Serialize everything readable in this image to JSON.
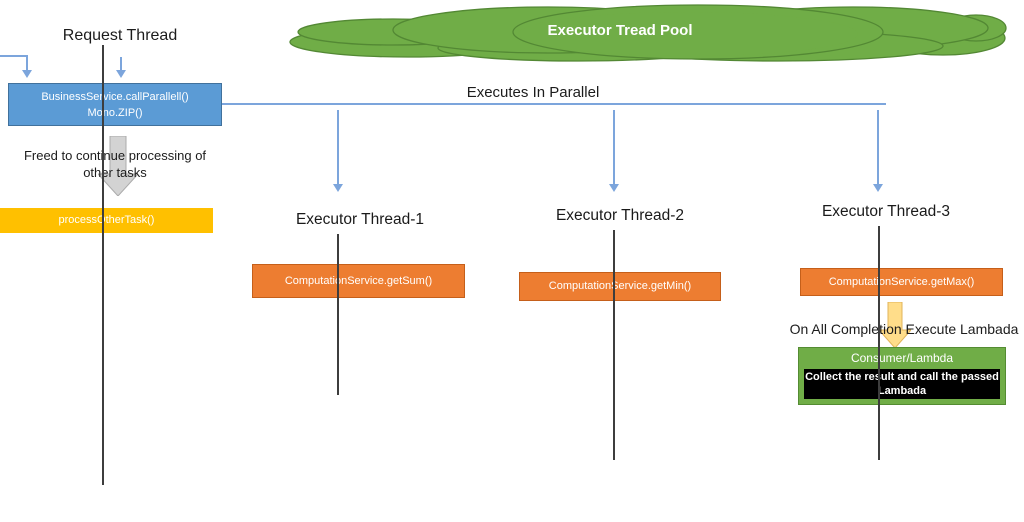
{
  "request_thread": {
    "label": "Request Thread"
  },
  "cloud": {
    "label": "Executor Tread Pool"
  },
  "business_box": {
    "line1": "BusinessService.callParallell()",
    "line2": "Mono.ZIP()"
  },
  "parallel": {
    "label": "Executes In Parallel"
  },
  "freed_note": {
    "line1": "Freed to continue processing of",
    "line2": "other tasks"
  },
  "process_other_task": {
    "label": "processOtherTask()"
  },
  "threads": [
    {
      "label": "Executor Thread-1",
      "task": "ComputationService.getSum()"
    },
    {
      "label": "Executor Thread-2",
      "task": "ComputationService.getMin()"
    },
    {
      "label": "Executor Thread-3",
      "task": "ComputationService.getMax()"
    }
  ],
  "completion": {
    "label": "On All Completion Execute Lambada"
  },
  "consumer": {
    "title": "Consumer/Lambda",
    "note_line1": "Collect the result and call the passed",
    "note_line2": "Lambada"
  },
  "colors": {
    "box_blue": "#5B9BD5",
    "line_blue": "#7CA5DC",
    "cloud_green": "#70AD47",
    "task_orange": "#ED7D31",
    "process_yellow": "#FFC000",
    "gray_block_arrow": "#D3D3D3",
    "gold_block_arrow": "#FFD876",
    "consumer_green": "#70AD47",
    "note_black": "#000000",
    "thread_line": "#3d3d3d"
  }
}
